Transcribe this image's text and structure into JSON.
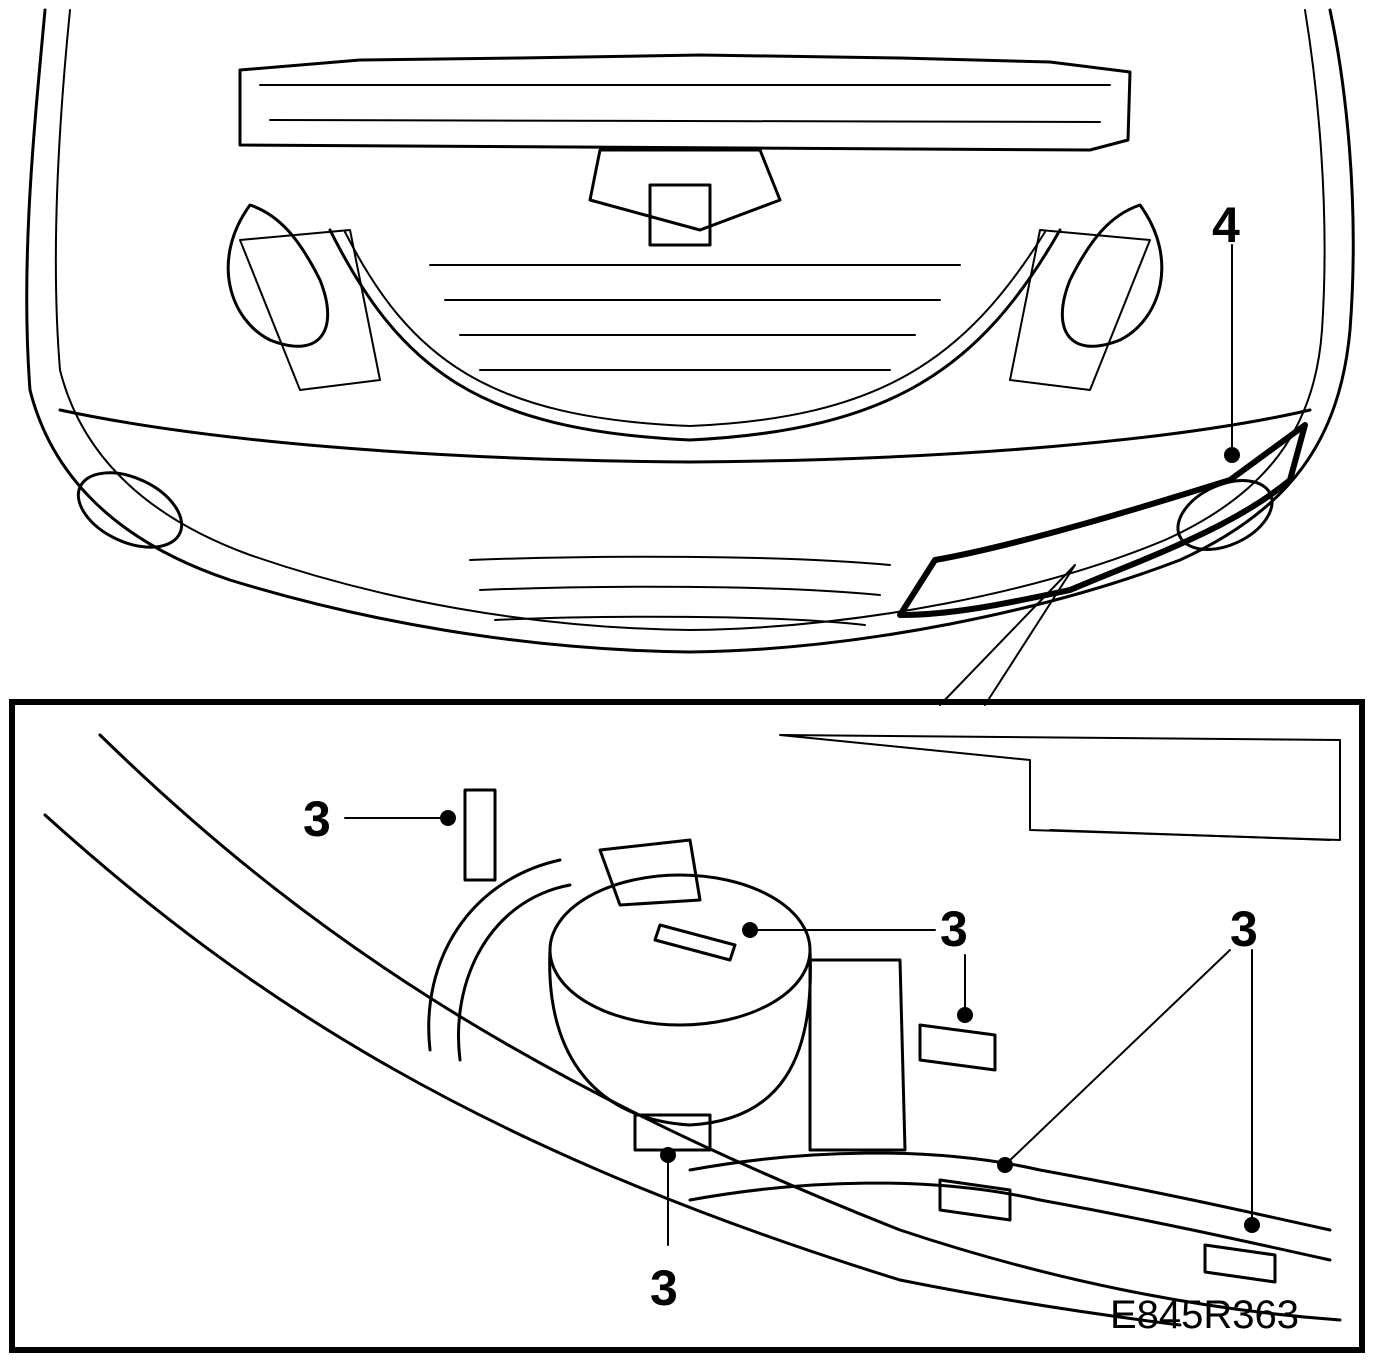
{
  "callouts": {
    "clip_label": "3",
    "panel_label": "4"
  },
  "figure_code": "E845R363"
}
